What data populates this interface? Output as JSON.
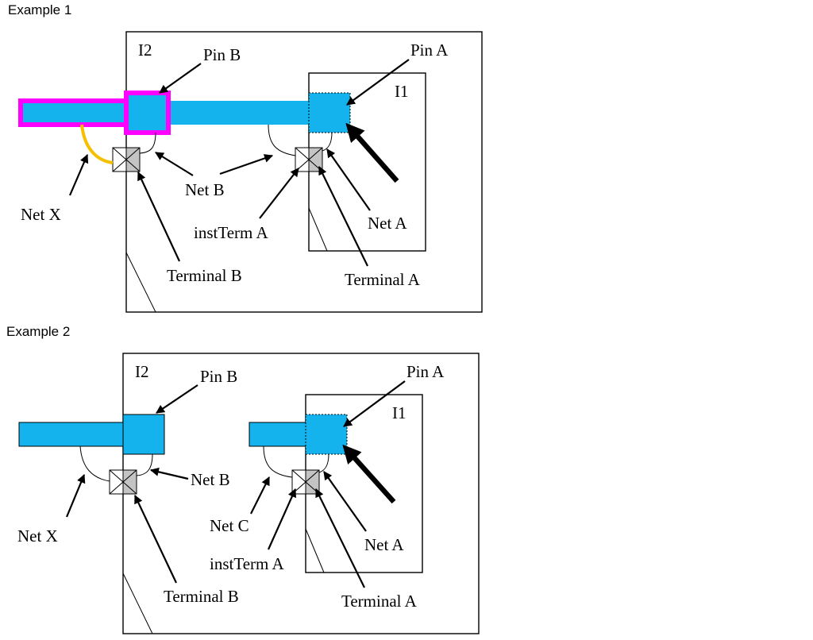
{
  "colors": {
    "wire": "#14b3ee",
    "highlight": "#ff00ff",
    "net_x_example1": "#f5c000",
    "terminal": "#c4c4c4"
  },
  "example1": {
    "caption": "Example 1",
    "labels": {
      "i2": "I2",
      "i1": "I1",
      "pin_b": "Pin B",
      "pin_a": "Pin A",
      "net_b": "Net B",
      "net_x": "Net X",
      "net_a": "Net A",
      "instterm_a": "instTerm A",
      "terminal_b": "Terminal B",
      "terminal_a": "Terminal A"
    }
  },
  "example2": {
    "caption": "Example 2",
    "labels": {
      "i2": "I2",
      "i1": "I1",
      "pin_b": "Pin B",
      "pin_a": "Pin A",
      "net_b": "Net B",
      "net_c": "Net C",
      "net_x": "Net X",
      "net_a": "Net A",
      "instterm_a": "instTerm A",
      "terminal_b": "Terminal B",
      "terminal_a": "Terminal A"
    }
  }
}
